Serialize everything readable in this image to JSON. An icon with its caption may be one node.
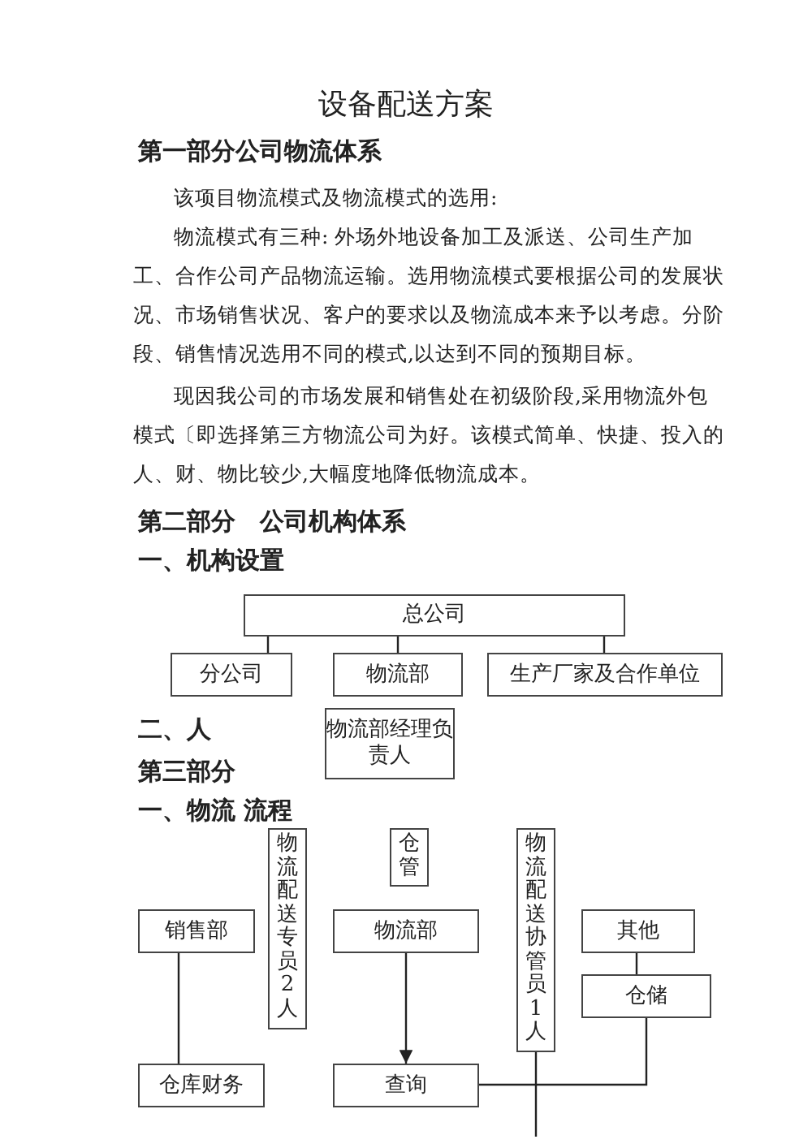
{
  "diagram": {
    "title": "设备配送方案",
    "nodes": [
      {
        "text": [
          "总公司"
        ]
      },
      {
        "text": [
          "分公司"
        ]
      },
      {
        "text": [
          "物流部"
        ]
      },
      {
        "text": [
          "生产厂家及合作单位"
        ]
      },
      {
        "text": [
          "物流部经理负责人"
        ]
      },
      {
        "text": [
          "物流配送专员2人"
        ]
      },
      {
        "text": [
          "仓管"
        ]
      },
      {
        "text": [
          "物流配送协管员1人"
        ]
      },
      {
        "text": [
          "销售部"
        ]
      },
      {
        "text": [
          "物流部"
        ]
      },
      {
        "text": [
          "其他"
        ]
      },
      {
        "text": [
          "仓储"
        ]
      },
      {
        "text": [
          "仓库财务"
        ]
      },
      {
        "text": [
          "查询"
        ]
      }
    ],
    "edges": [
      {
        "from": 0,
        "to": 1,
        "arrow": "none"
      },
      {
        "from": 0,
        "to": 2,
        "arrow": "none"
      },
      {
        "from": 0,
        "to": 3,
        "arrow": "none"
      },
      {
        "from": 8,
        "to": 12,
        "arrow": "none"
      },
      {
        "from": 9,
        "to": 13,
        "arrow": "to"
      },
      {
        "from": 10,
        "to": 11,
        "arrow": "none"
      },
      {
        "from": 11,
        "to": 13,
        "arrow": "none"
      },
      {
        "from": null,
        "to": 7,
        "arrow": "none"
      }
    ],
    "labels": [
      "第一部分公司物流体系",
      "该项目物流模式及物流模式的选用:",
      "物流模式有三种: 外场外地设备加工及派送、公司生产加工、合作公司产品物流运输。选用物流模式要根据公司的发展状况、市场销售状况、客户的要求以及物流成本来予以考虑。分阶段、销售情况选用不同的模式,以达到不同的预期目标。",
      "现因我公司的市场发展和销售处在初级阶段,采用物流外包模式〔即选择第三方物流公司为好。该模式简单、快捷、投入的人、财、物比较少,大幅度地降低物流成本。",
      "第二部分　公司机构体系",
      "一、机构设置",
      "二、人",
      "第三部分",
      "一、物流",
      "流程"
    ]
  }
}
